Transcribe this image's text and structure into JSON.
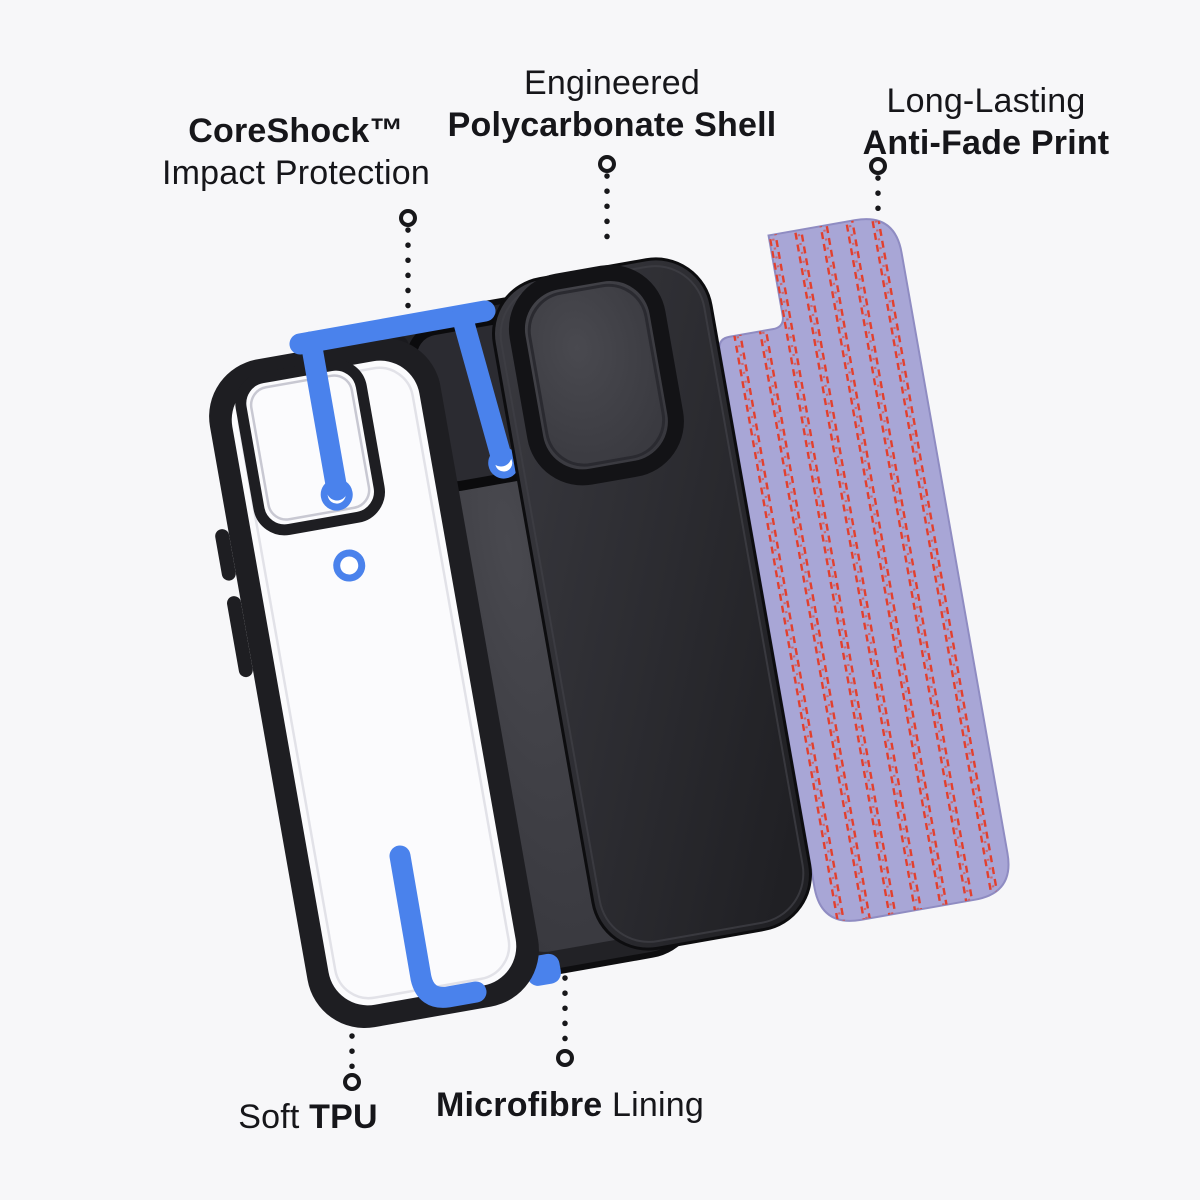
{
  "title": "Phone case exploded feature diagram",
  "colors": {
    "background": "#f7f7f9",
    "text": "#16161a",
    "accent_blue": "#4a82ec",
    "shell_black": "#2b2b2f",
    "print_purple": "#a8a6d6",
    "stripe_red": "#e2402e"
  },
  "labels": {
    "coreshock": {
      "line1": "CoreShock™",
      "line2": "Impact Protection"
    },
    "shell": {
      "line1": "Engineered",
      "line2": "Polycarbonate Shell"
    },
    "print": {
      "line1": "Long-Lasting",
      "line2": "Anti-Fade Print"
    },
    "tpu": {
      "regular": "Soft",
      "bold": "TPU"
    },
    "lining": {
      "bold": "Microfibre",
      "regular": "Lining"
    }
  }
}
